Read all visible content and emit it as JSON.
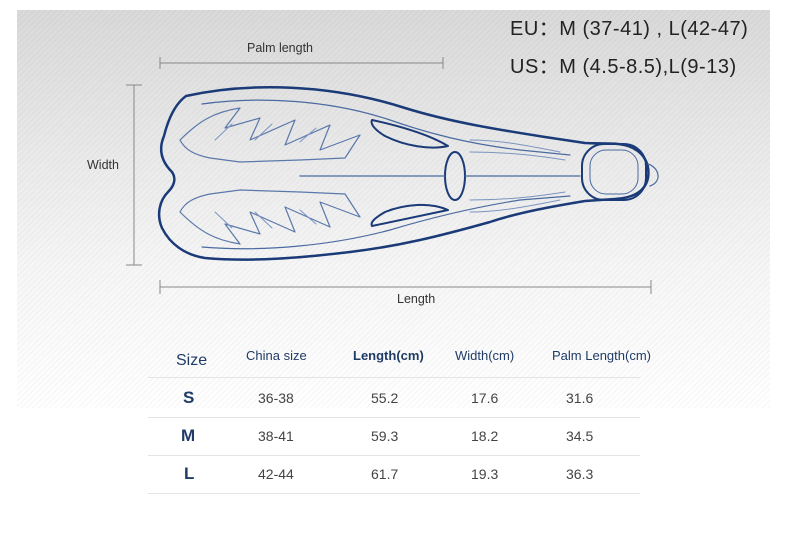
{
  "sizes_note": {
    "eu": "EU：M (37-41) , L(42-47)",
    "us": "US：M (4.5-8.5),L(9-13)"
  },
  "diagram": {
    "palm_length_label": "Palm length",
    "width_label": "Width",
    "length_label": "Length",
    "fin_color": "#1a3a78"
  },
  "size_table": {
    "headers": {
      "size": "Size",
      "china_size": "China size",
      "length": "Length(cm)",
      "width": "Width(cm)",
      "palm_length": "Palm Length(cm)"
    },
    "rows": [
      {
        "size": "S",
        "china_size": "36-38",
        "length": "55.2",
        "width": "17.6",
        "palm_length": "31.6"
      },
      {
        "size": "M",
        "china_size": "38-41",
        "length": "59.3",
        "width": "18.2",
        "palm_length": "34.5"
      },
      {
        "size": "L",
        "china_size": "42-44",
        "length": "61.7",
        "width": "19.3",
        "palm_length": "36.3"
      }
    ]
  }
}
